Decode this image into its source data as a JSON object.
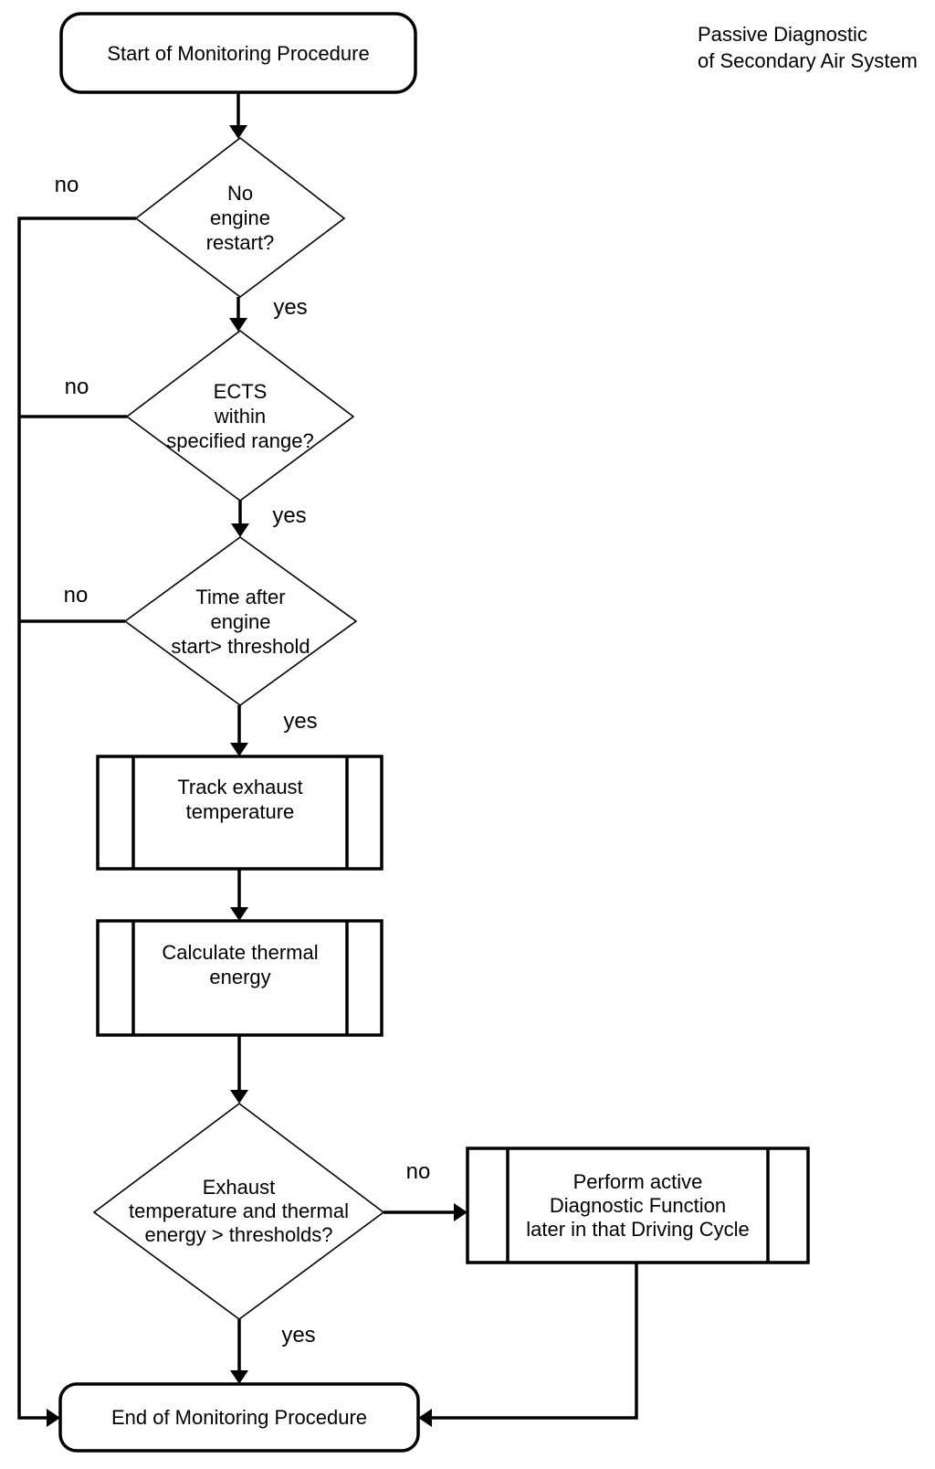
{
  "title": "Passive Diagnostic\nof Secondary Air System",
  "nodes": {
    "start": {
      "type": "terminator",
      "label": "Start of Monitoring Procedure"
    },
    "no_engine_restart": {
      "type": "decision",
      "label": "No\nengine\nrestart?"
    },
    "ects_range": {
      "type": "decision",
      "label": "ECTS\nwithin\nspecified range?"
    },
    "time_after_start": {
      "type": "decision",
      "label": "Time after\nengine\nstart> threshold"
    },
    "track_exhaust": {
      "type": "predefined-process",
      "label": "Track exhaust\ntemperature"
    },
    "calc_thermal": {
      "type": "predefined-process",
      "label": "Calculate thermal\nenergy"
    },
    "exhaust_threshold": {
      "type": "decision",
      "label": "Exhaust\ntemperature and thermal\nenergy > thresholds?"
    },
    "perform_active": {
      "type": "predefined-process",
      "label": "Perform active\nDiagnostic Function\nlater in that Driving Cycle"
    },
    "end": {
      "type": "terminator",
      "label": "End of Monitoring Procedure"
    }
  },
  "edge_labels": {
    "no_engine_restart_no": "no",
    "no_engine_restart_yes": "yes",
    "ects_range_no": "no",
    "ects_range_yes": "yes",
    "time_after_start_no": "no",
    "time_after_start_yes": "yes",
    "exhaust_threshold_no": "no",
    "exhaust_threshold_yes": "yes"
  },
  "colors": {
    "ink": "#000000",
    "background": "#ffffff"
  }
}
